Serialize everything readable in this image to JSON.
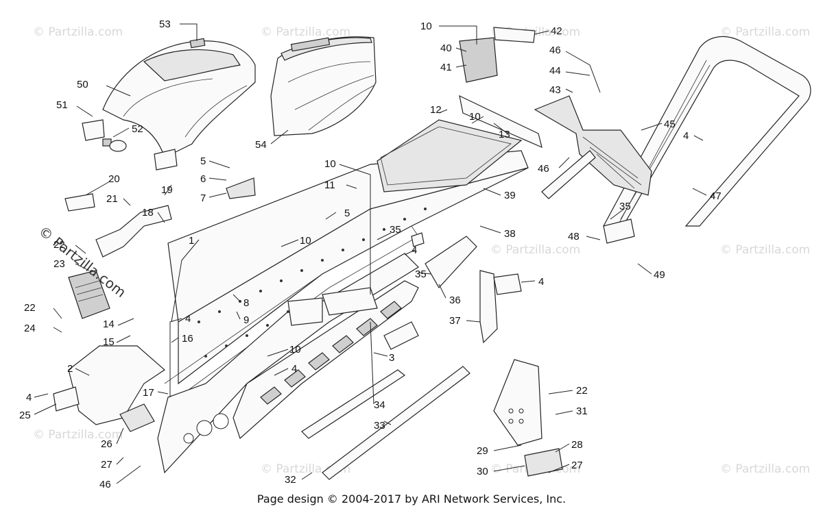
{
  "watermark_text": "© Partzilla.com",
  "watermark_overlay": "© Partzilla.com",
  "footer": "Page design © 2004-2017 by ARI Network Services, Inc.",
  "callouts": {
    "c53": "53",
    "c50": "50",
    "c51": "51",
    "c52": "52",
    "c54": "54",
    "c10a": "10",
    "c40": "40",
    "c41": "41",
    "c42": "42",
    "c46a": "46",
    "c44": "44",
    "c43": "43",
    "c45": "45",
    "c12": "12",
    "c10b": "10",
    "c13": "13",
    "c4a": "4",
    "c46b": "46",
    "c47": "47",
    "c5a": "5",
    "c6": "6",
    "c7": "7",
    "c20": "20",
    "c19": "19",
    "c21": "21",
    "c18": "18",
    "c10c": "10",
    "c11": "11",
    "c39": "39",
    "c5b": "5",
    "c35a": "35",
    "c38": "38",
    "c35b": "35",
    "c48": "48",
    "c49": "49",
    "c1": "1",
    "c10d": "10",
    "c4b": "4",
    "c22a": "22",
    "c23": "23",
    "c35c": "35",
    "c4c": "4",
    "c36": "36",
    "c37": "37",
    "c8": "8",
    "c9": "9",
    "c22b": "22",
    "c24": "24",
    "c14": "14",
    "c4d": "4",
    "c15": "15",
    "c16": "16",
    "c10e": "10",
    "c3": "3",
    "c2": "2",
    "c4e": "4",
    "c17": "17",
    "c25": "25",
    "c4f": "4",
    "c34": "34",
    "c33": "33",
    "c22c": "22",
    "c31": "31",
    "c26": "26",
    "c27a": "27",
    "c29": "29",
    "c28": "28",
    "c30": "30",
    "c27b": "27",
    "c46c": "46",
    "c32": "32"
  }
}
